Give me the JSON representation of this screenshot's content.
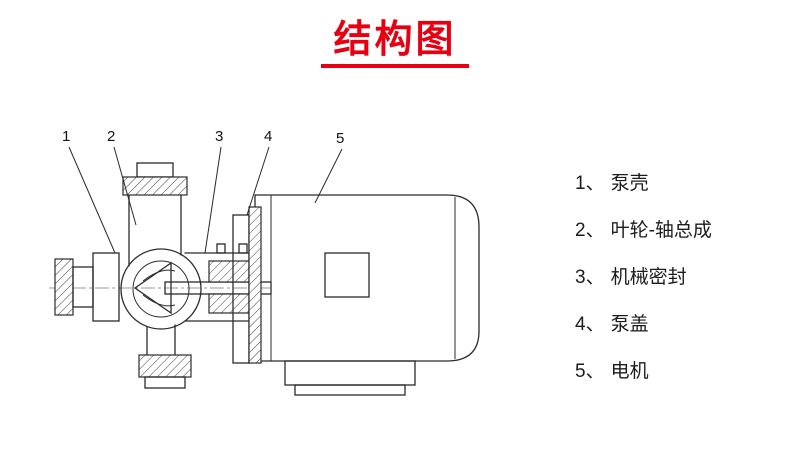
{
  "title": {
    "text": "结构图"
  },
  "colors": {
    "accent": "#e60012",
    "line": "#2b2b2b"
  },
  "legend": {
    "items": [
      {
        "no": "1、",
        "label": "泵壳"
      },
      {
        "no": "2、",
        "label": "叶轮-轴总成"
      },
      {
        "no": "3、",
        "label": "机械密封"
      },
      {
        "no": "4、",
        "label": "泵盖"
      },
      {
        "no": "5、",
        "label": "电机"
      }
    ]
  },
  "callouts": [
    {
      "n": "1"
    },
    {
      "n": "2"
    },
    {
      "n": "3"
    },
    {
      "n": "4"
    },
    {
      "n": "5"
    }
  ]
}
